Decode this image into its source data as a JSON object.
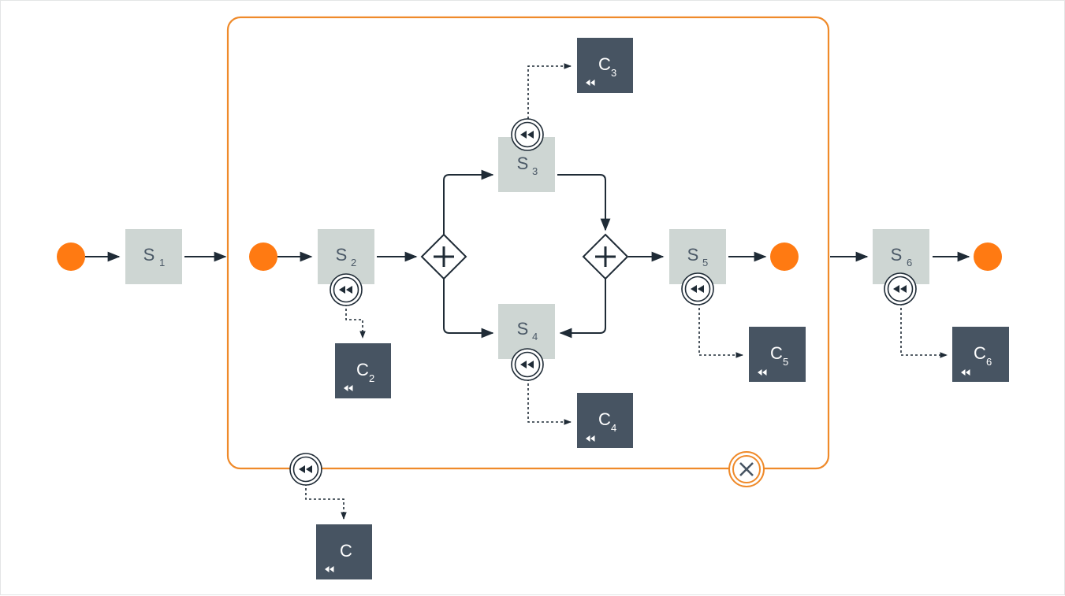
{
  "colors": {
    "event": "#ff7a12",
    "step_fill": "#ced6d3",
    "compensation_fill": "#475462",
    "edge": "#1f2b36",
    "subprocess_border": "#ef8a2a",
    "text_dark": "#4a5866",
    "text_light": "#ffffff"
  },
  "steps": {
    "s1": {
      "label": "S",
      "sub": "1"
    },
    "s2": {
      "label": "S",
      "sub": "2"
    },
    "s3": {
      "label": "S",
      "sub": "3"
    },
    "s4": {
      "label": "S",
      "sub": "4"
    },
    "s5": {
      "label": "S",
      "sub": "5"
    },
    "s6": {
      "label": "S",
      "sub": "6"
    }
  },
  "compensations": {
    "c2": {
      "label": "C",
      "sub": "2"
    },
    "c3": {
      "label": "C",
      "sub": "3"
    },
    "c4": {
      "label": "C",
      "sub": "4"
    },
    "c5": {
      "label": "C",
      "sub": "5"
    },
    "c6": {
      "label": "C",
      "sub": "6"
    },
    "c": {
      "label": "C",
      "sub": ""
    }
  },
  "icons": {
    "compensation_marker": "rewind-icon",
    "gateway": "parallel-gateway-plus-icon",
    "cancel": "cancel-x-icon",
    "start_event": "start-event-circle",
    "end_event": "end-event-circle"
  }
}
